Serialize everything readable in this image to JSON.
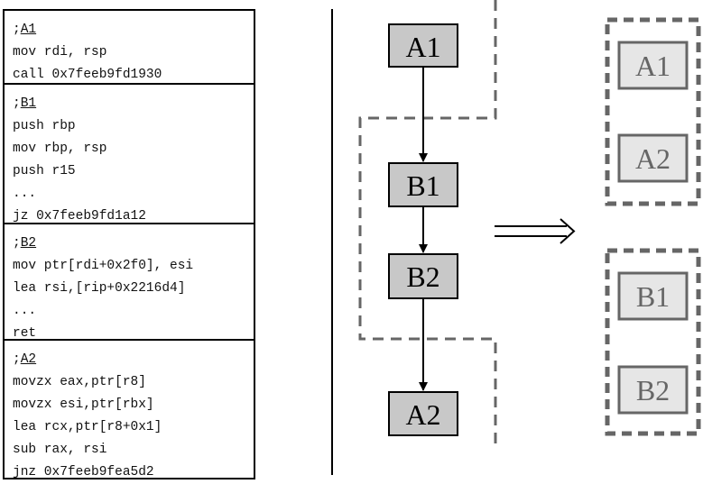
{
  "code_blocks": [
    {
      "label": "A1",
      "lines": [
        "mov rdi, rsp",
        "call 0x7feeb9fd1930"
      ]
    },
    {
      "label": "B1",
      "lines": [
        "push rbp",
        "mov rbp, rsp",
        "push r15",
        "...",
        "jz 0x7feeb9fd1a12"
      ]
    },
    {
      "label": "B2",
      "lines": [
        "mov ptr[rdi+0x2f0], esi",
        "lea rsi,[rip+0x2216d4]",
        "...",
        "ret"
      ]
    },
    {
      "label": "A2",
      "lines": [
        "movzx eax,ptr[r8]",
        "movzx esi,ptr[rbx]",
        "lea rcx,ptr[r8+0x1]",
        "sub rax, rsi",
        "jnz 0x7feeb9fea5d2"
      ]
    }
  ],
  "label_prefix": ";",
  "cfg_nodes": [
    {
      "id": "A1",
      "label": "A1"
    },
    {
      "id": "B1",
      "label": "B1"
    },
    {
      "id": "B2",
      "label": "B2"
    },
    {
      "id": "A2",
      "label": "A2"
    }
  ],
  "cfg_edges": [
    {
      "from": "A1",
      "to": "B1"
    },
    {
      "from": "B1",
      "to": "B2"
    },
    {
      "from": "B2",
      "to": "A2"
    }
  ],
  "groups": [
    {
      "id": "group-a",
      "members": [
        "A1",
        "A2"
      ]
    },
    {
      "id": "group-b",
      "members": [
        "B1",
        "B2"
      ]
    }
  ],
  "colors": {
    "node_fill": "#c8c8c8",
    "group_node_fill": "#e6e6e6",
    "group_node_text": "#666666",
    "dash_gray": "#666666"
  }
}
